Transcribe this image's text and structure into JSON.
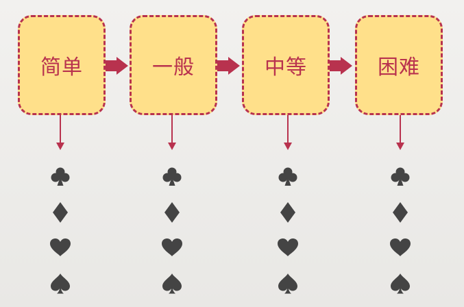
{
  "stages": [
    {
      "label": "简单"
    },
    {
      "label": "一般"
    },
    {
      "label": "中等"
    },
    {
      "label": "困难"
    }
  ],
  "suits": [
    "club-icon",
    "diamond-icon",
    "heart-icon",
    "spade-icon"
  ],
  "colors": {
    "box_fill": "#ffe08a",
    "accent": "#b8324e",
    "suit": "#444444",
    "background": "#eeeeeb"
  }
}
